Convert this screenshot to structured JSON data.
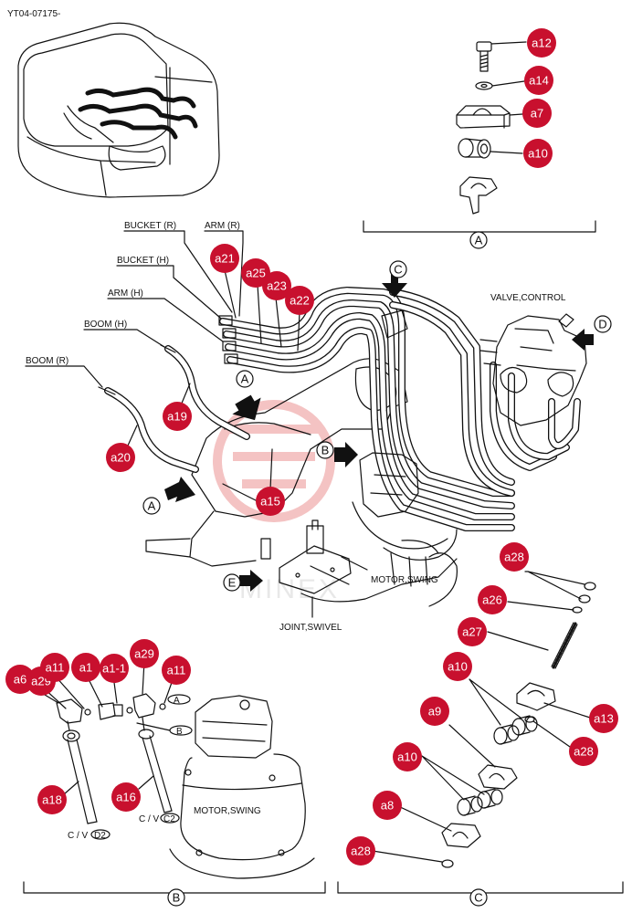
{
  "document_id": "YT04-07175-",
  "labels": {
    "bucket_r": "BUCKET (R)",
    "arm_r": "ARM (R)",
    "bucket_h": "BUCKET (H)",
    "arm_h": "ARM (H)",
    "boom_h": "BOOM (H)",
    "boom_r": "BOOM (R)",
    "valve_control": "VALVE,CONTROL",
    "motor_swing": "MOTOR,SWING",
    "joint_swivel": "JOINT,SWIVEL",
    "motor_swing_detail": "MOTOR,SWING"
  },
  "views": {
    "A": "A",
    "B": "B",
    "C": "C",
    "D": "D",
    "E": "E"
  },
  "port_marks": {
    "a": "A",
    "b": "B",
    "cv_d2_prefix": "C / V",
    "cv_d2": "D2",
    "cv_c2_prefix": "C / V",
    "cv_c2": "C2"
  },
  "callouts": {
    "top_a12": "a12",
    "top_a14": "a14",
    "top_a7": "a7",
    "top_a10": "a10",
    "main_a21": "a21",
    "main_a25": "a25",
    "main_a23": "a23",
    "main_a22": "a22",
    "main_a19": "a19",
    "main_a20": "a20",
    "main_a15": "a15",
    "c_a28_top": "a28",
    "c_a26": "a26",
    "c_a27": "a27",
    "c_a10_top": "a10",
    "c_a9": "a9",
    "c_a13": "a13",
    "c_a28_mid": "a28",
    "c_a10_bot": "a10",
    "c_a8": "a8",
    "c_a28_bot": "a28",
    "b_a6": "a6",
    "b_a29_left": "a29",
    "b_a11_left": "a11",
    "b_a1": "a1",
    "b_a1_1": "a1-1",
    "b_a29_right": "a29",
    "b_a11_right": "a11",
    "b_a18": "a18",
    "b_a16": "a16"
  },
  "watermark": "MINEX",
  "colors": {
    "callout": "#c8102e",
    "watermark": "#f4c3c3"
  }
}
